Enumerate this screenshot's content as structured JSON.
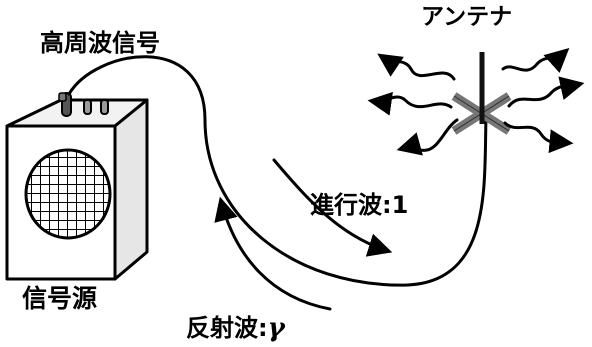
{
  "labels": {
    "hf_signal": "高周波信号",
    "antenna": "アンテナ",
    "forward_wave": "進行波:1",
    "signal_source": "信号源",
    "reflected_wave": "反射波:",
    "reflected_symbol": "γ"
  },
  "colors": {
    "line": "#000000",
    "background": "#ffffff",
    "knob_dark": "#555555",
    "knob_light": "#9a9a9a",
    "box_face": "#ffffff",
    "box_top": "#f2f2f2",
    "box_side": "#e6e6e6",
    "antenna_cross": "#777777",
    "antenna_mast": "#111111"
  }
}
